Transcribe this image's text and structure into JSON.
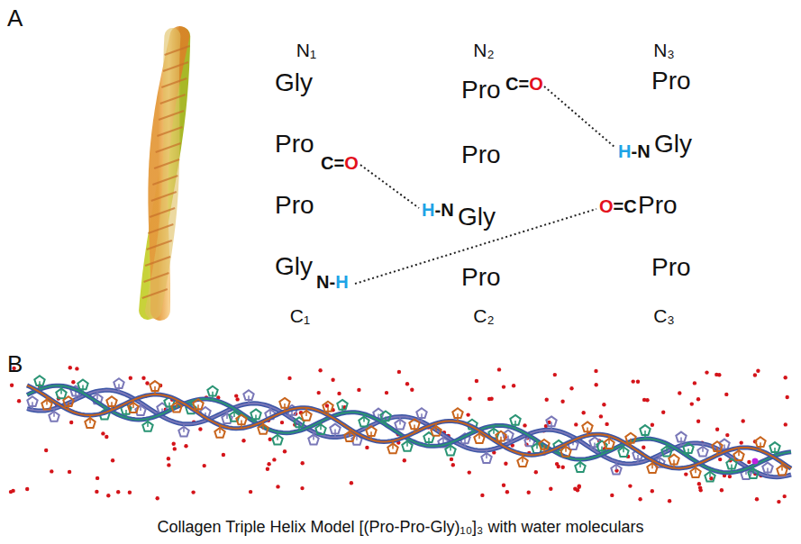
{
  "diagram": {
    "caption": "Collagen Triple Helix Model [(Pro-Pro-Gly)₁₀]₃ with water moleculars",
    "labels": [
      "A",
      "N₁",
      "N₂",
      "N₃",
      "Gly",
      "Pro",
      "C=O",
      "Pro",
      "Gly",
      "N-H",
      "Pro",
      "C=O",
      "Pro",
      "H-N",
      "Gly",
      "Pro",
      "Pro",
      "H-N",
      "Gly",
      "O=C",
      "Pro",
      "Pro",
      "C₁",
      "C₂",
      "C₃",
      "B"
    ]
  }
}
